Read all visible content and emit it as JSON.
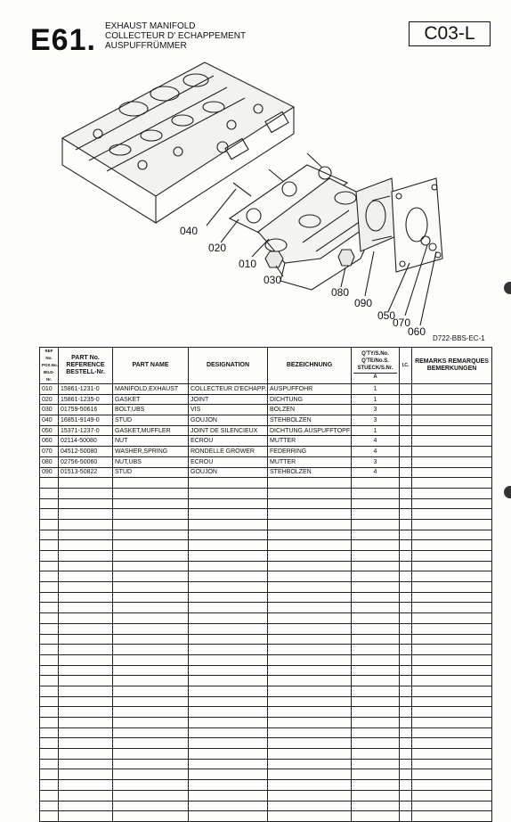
{
  "header": {
    "section_code": "E61.",
    "title_en": "EXHAUST MANIFOLD",
    "title_fr": "COLLECTEUR D' ECHAPPEMENT",
    "title_de": "AUSPUFFRÜMMER",
    "page_code": "C03-L"
  },
  "diagram": {
    "callouts": [
      "040",
      "020",
      "010",
      "030",
      "080",
      "090",
      "050",
      "070",
      "060"
    ],
    "code": "D722-BBS-EC-1"
  },
  "table": {
    "headers": {
      "ref": "REF No. POS.No. BILD-Nr.",
      "part_no": "PART No. REFERENCE BESTELL-Nr.",
      "part_name": "PART NAME",
      "designation": "DESIGNATION",
      "bezeichnung": "BEZEICHNUNG",
      "qty": "Q'TY/S.No. Q'TE/No.S. STUECK/S.Nr.",
      "qty_sub": "A",
      "ic": "I.C.",
      "remarks": "REMARKS REMARQUES BEMERKUNGEN"
    },
    "rows": [
      {
        "ref": "010",
        "part_no": "15861-1231-0",
        "name": "MANIFOLD,EXHAUST",
        "designation": "COLLECTEUR D'ECHAPP.",
        "bezeichnung": "AUSPUFFOHR",
        "qty": "1"
      },
      {
        "ref": "020",
        "part_no": "15861-1235-0",
        "name": "GASKET",
        "designation": "JOINT",
        "bezeichnung": "DICHTUNG",
        "qty": "1"
      },
      {
        "ref": "030",
        "part_no": "01759-50616",
        "name": "BOLT,UBS",
        "designation": "VIS",
        "bezeichnung": "BOLZEN",
        "qty": "3"
      },
      {
        "ref": "040",
        "part_no": "16851-9149-0",
        "name": "STUD",
        "designation": "GOUJON",
        "bezeichnung": "STEHBOLZEN",
        "qty": "3"
      },
      {
        "ref": "050",
        "part_no": "15371-1237-0",
        "name": "GASKET,MUFFLER",
        "designation": "JOINT DE SILENCIEUX",
        "bezeichnung": "DICHTUNG,AUSPUFFTOPF",
        "qty": "1"
      },
      {
        "ref": "060",
        "part_no": "02114-50080",
        "name": "NUT",
        "designation": "ECROU",
        "bezeichnung": "MUTTER",
        "qty": "4"
      },
      {
        "ref": "070",
        "part_no": "04512-50080",
        "name": "WASHER,SPRING",
        "designation": "RONDELLE GROWER",
        "bezeichnung": "FEDERRING",
        "qty": "4"
      },
      {
        "ref": "080",
        "part_no": "02756-50060",
        "name": "NUT,UBS",
        "designation": "ECROU",
        "bezeichnung": "MUTTER",
        "qty": "3"
      },
      {
        "ref": "090",
        "part_no": "01513-50822",
        "name": "STUD",
        "designation": "GOUJON",
        "bezeichnung": "STEHBOLZEN",
        "qty": "4"
      }
    ],
    "blank_row_count": 33
  }
}
